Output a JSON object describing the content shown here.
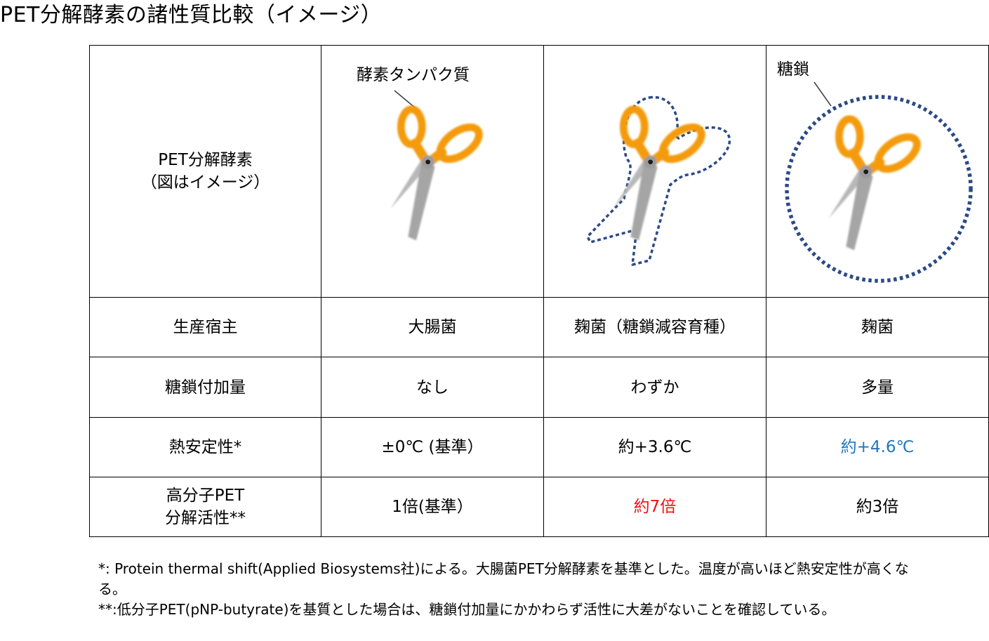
{
  "title": "PET分解酵素の諸性質比較（イメージ）",
  "header": {
    "label_line1": "PET分解酵素",
    "label_line2": "（図はイメージ）",
    "callout_protein": "酵素タンパク質",
    "callout_glycan": "糖鎖"
  },
  "rows": [
    {
      "label": "生産宿主",
      "values": [
        "大腸菌",
        "麹菌（糖鎖減容育種）",
        "麹菌"
      ]
    },
    {
      "label": "糖鎖付加量",
      "values": [
        "なし",
        "わずか",
        "多量"
      ]
    },
    {
      "label": "熱安定性*",
      "values": [
        "±0℃ (基準）",
        "約+3.6℃",
        "約+4.6℃"
      ]
    },
    {
      "label_line1": "高分子PET",
      "label_line2": "分解活性**",
      "values": [
        "1倍(基準）",
        "約7倍",
        "約3倍"
      ]
    }
  ],
  "notes": {
    "note1": "*: Protein thermal shift(Applied Biosystems社)による。大腸菌PET分解酵素を基準とした。温度が高いほど熱安定性が高くなる。",
    "note2": "**:低分子PET(pNP-butyrate)を基質とした場合は、糖鎖付加量にかかわらず活性に大差がないことを確認している。"
  },
  "colors": {
    "scissor_handle": "#f49b10",
    "scissor_blade": "#a9a9a9",
    "glycan_dots": "#2b4a86",
    "highlight_blue": "#1f77c0",
    "highlight_red": "#ee1111"
  },
  "icons": [
    "scissors-icon",
    "scissors-icon",
    "scissors-icon"
  ]
}
